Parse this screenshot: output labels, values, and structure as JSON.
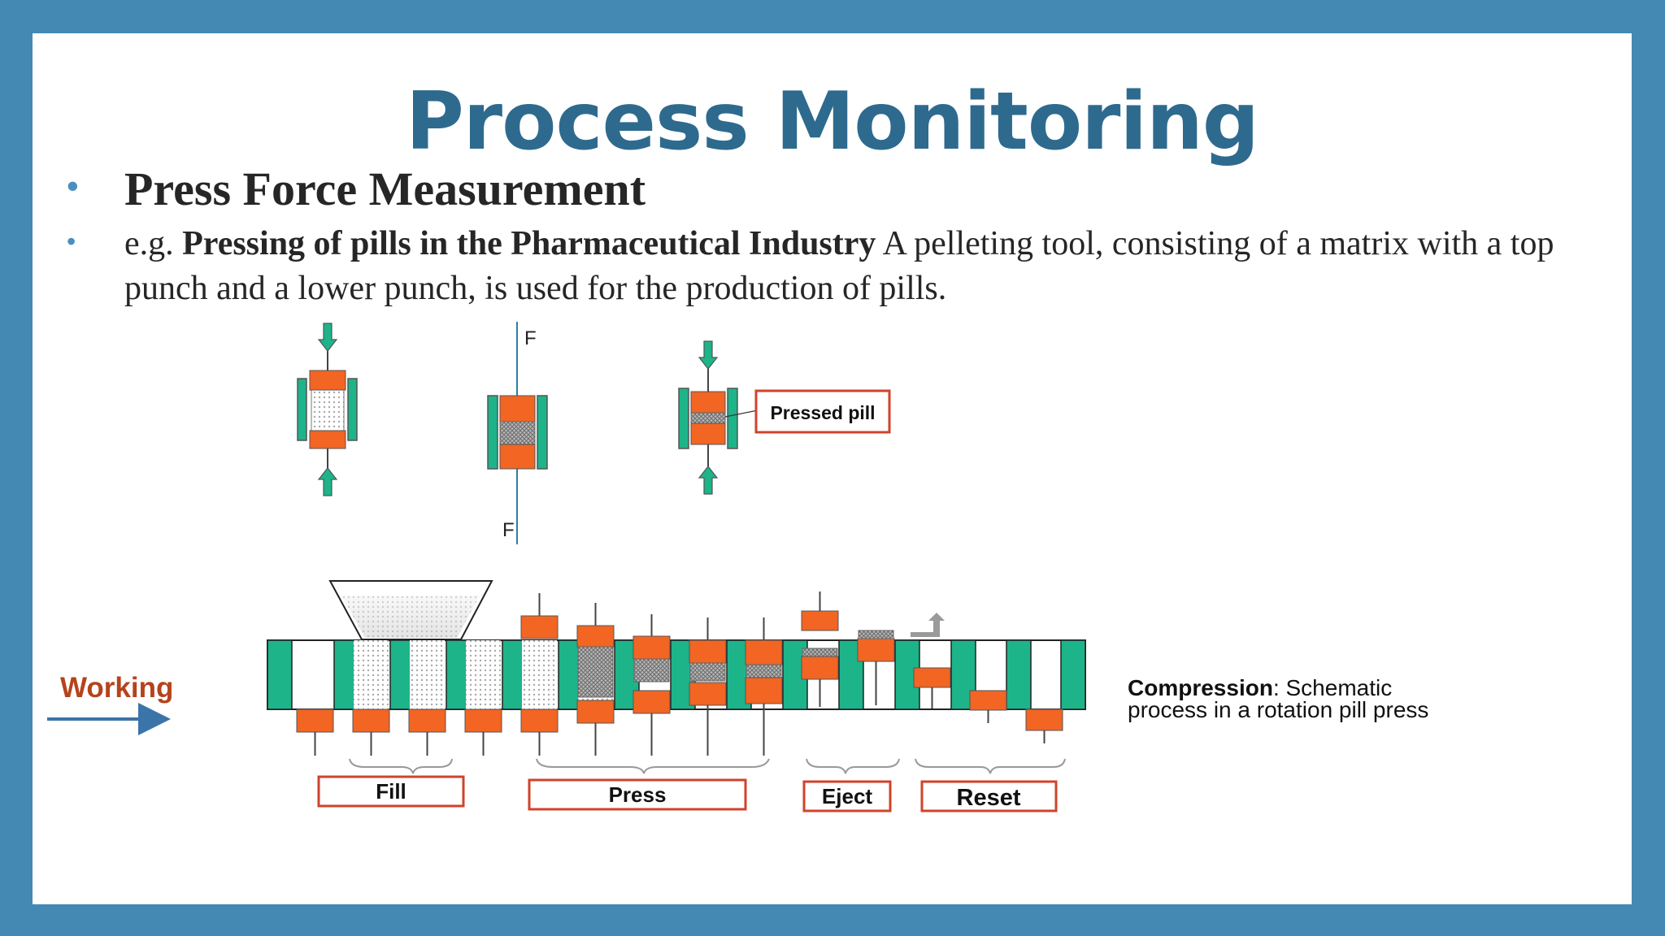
{
  "slide": {
    "title": "Process Monitoring",
    "bullets": [
      {
        "text": "Press Force Measurement"
      },
      {
        "prefix": "e.g. ",
        "bold": "Pressing of pills in the Pharmaceutical Industry",
        "rest": " A pelleting tool, consisting of a matrix with  a top punch  and a lower punch, is used  for the production of pills."
      }
    ]
  },
  "diagram": {
    "force_top": "F",
    "force_bottom": "F",
    "pressed_pill_label": "Pressed pill",
    "working_label": "Working",
    "stages": [
      "Fill",
      "Press",
      "Eject",
      "Reset"
    ],
    "caption_bold": "Compression",
    "caption_line1_rest": ": Schematic",
    "caption_line2": "process in a rotation pill press"
  },
  "colors": {
    "frame": "#4389b4",
    "title": "#2e6a8e",
    "punch_orange": "#f26522",
    "matrix_green": "#1db48a",
    "label_border": "#d0432b",
    "working": "#b5431c",
    "arrow_blue": "#3b74a8"
  }
}
